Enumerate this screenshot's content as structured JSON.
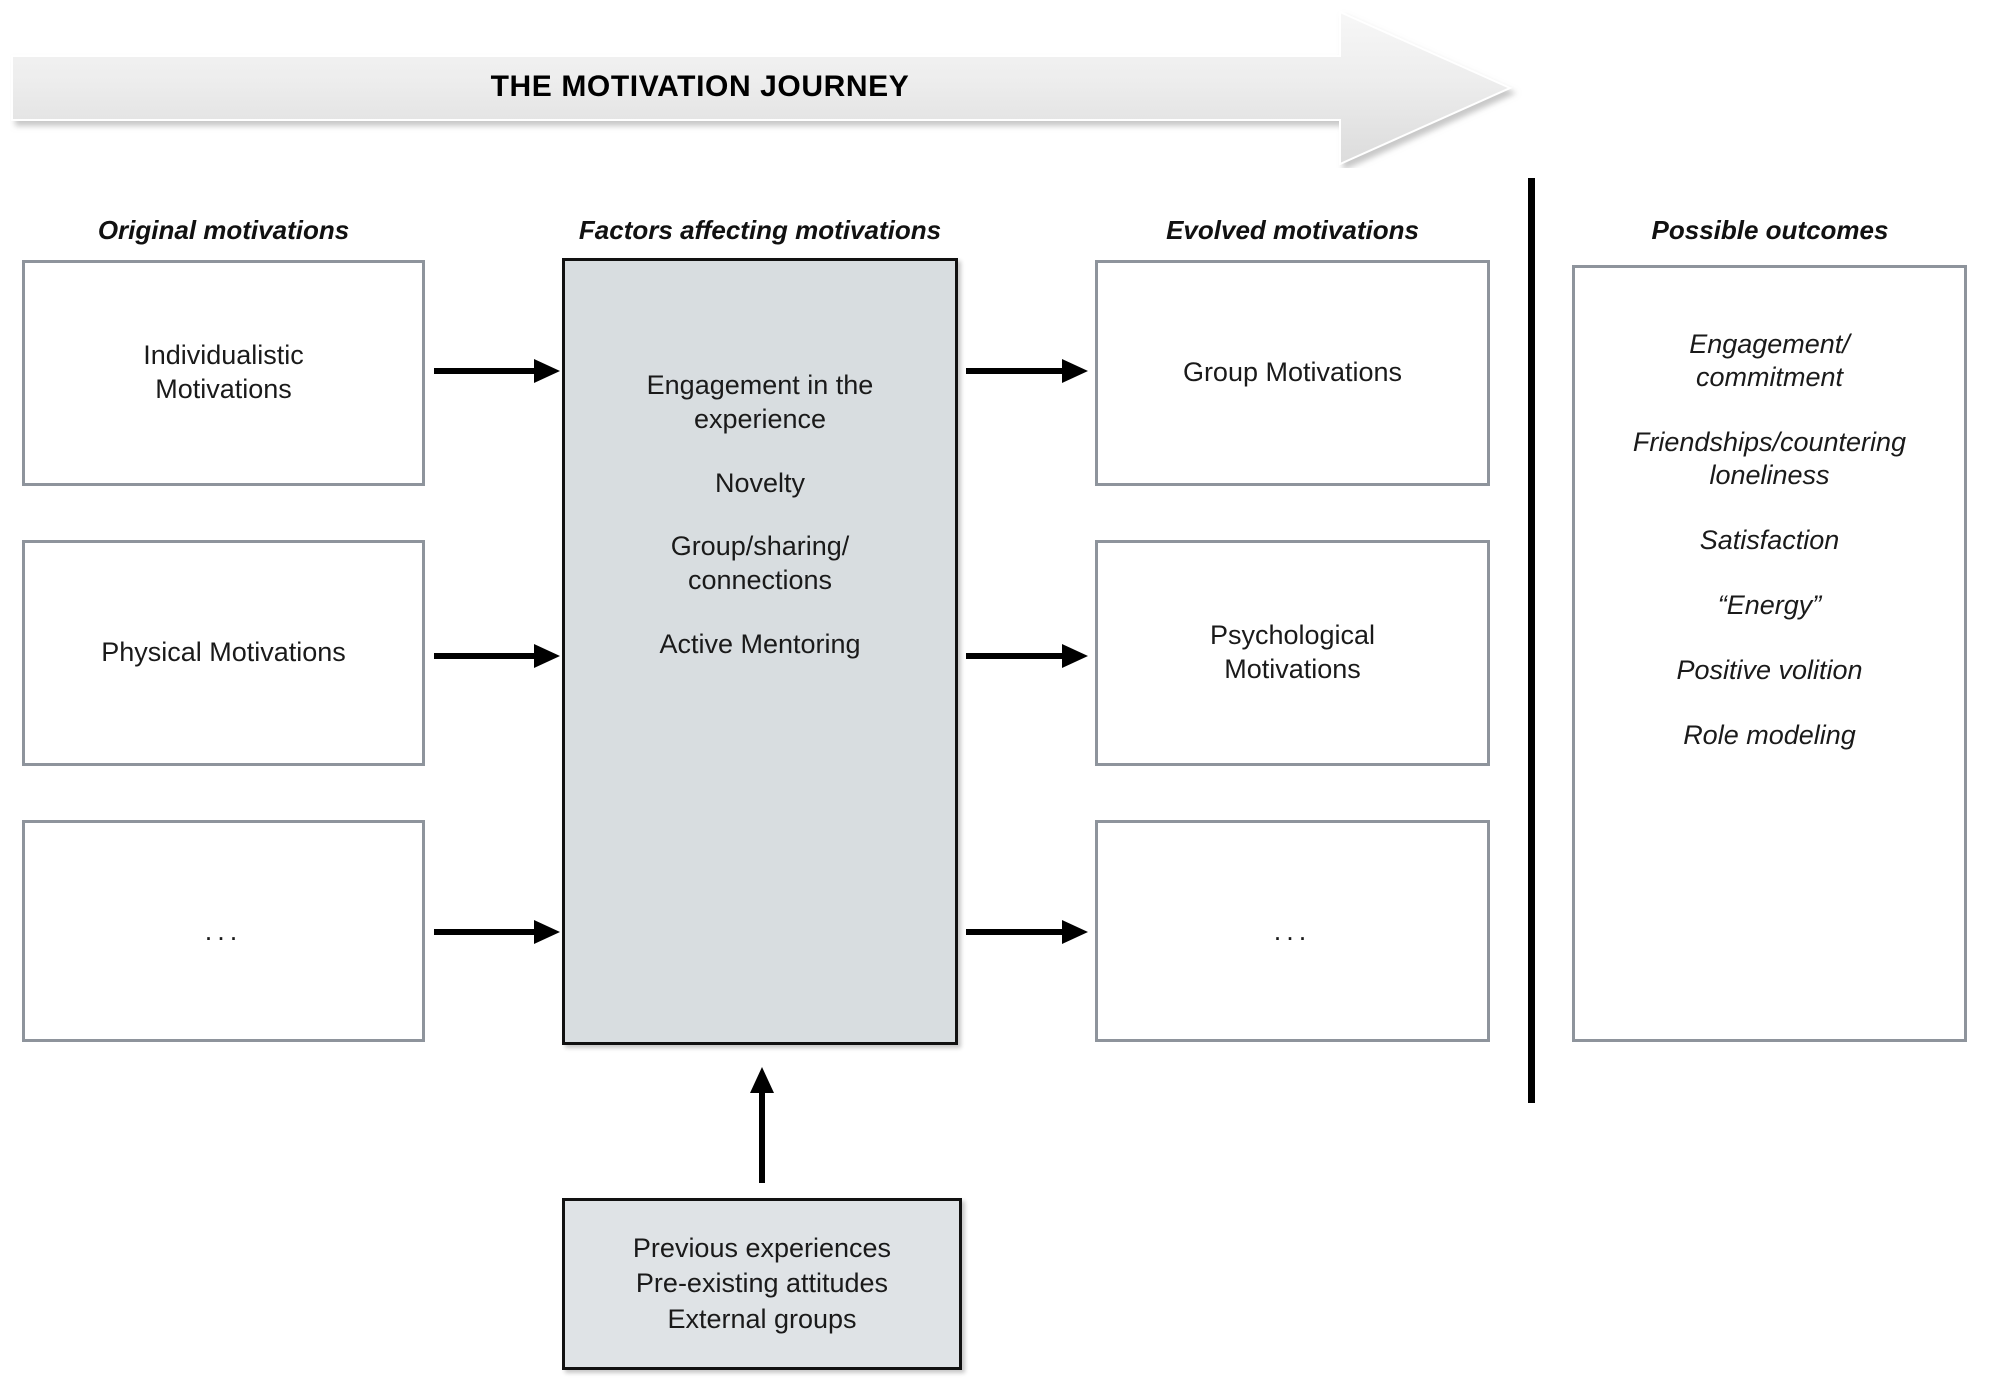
{
  "banner": {
    "title": "THE MOTIVATION JOURNEY",
    "shape": "right-arrow",
    "fill": "#eeeeee"
  },
  "columns": {
    "original": {
      "header": "Original motivations",
      "boxes": [
        {
          "text": "Individualistic\nMotivations"
        },
        {
          "text": "Physical Motivations"
        },
        {
          "text": "..."
        }
      ]
    },
    "factors": {
      "header": "Factors affecting motivations",
      "fill": "#d8dde0",
      "items": [
        "Engagement in the\nexperience",
        "Novelty",
        "Group/sharing/\nconnections",
        "Active Mentoring"
      ]
    },
    "evolved": {
      "header": "Evolved motivations",
      "boxes": [
        {
          "text": "Group Motivations"
        },
        {
          "text": "Psychological\nMotivations"
        },
        {
          "text": "..."
        }
      ]
    },
    "outcomes": {
      "header": "Possible outcomes",
      "items": [
        "Engagement/\ncommitment",
        "Friendships/countering\nloneliness",
        "Satisfaction",
        "“Energy”",
        "Positive volition",
        "Role modeling"
      ]
    }
  },
  "source": {
    "text": "Previous experiences\nPre-existing attitudes\nExternal groups",
    "fill": "#dfe3e6"
  },
  "connectors": {
    "arrow_color": "#000000",
    "count_horizontal": 6,
    "count_vertical": 1
  },
  "divider": {
    "color": "#000000",
    "orientation": "vertical"
  }
}
